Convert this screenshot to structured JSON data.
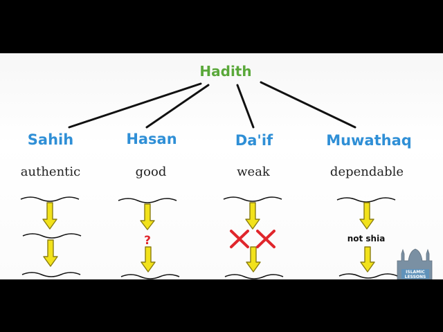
{
  "diagram": {
    "root": "Hadith",
    "categories": [
      {
        "name": "Sahih",
        "meaning": "authentic",
        "marker": ""
      },
      {
        "name": "Hasan",
        "meaning": "good",
        "marker": "?"
      },
      {
        "name": "Da'if",
        "meaning": "weak",
        "marker": "xx"
      },
      {
        "name": "Muwathaq",
        "meaning": "dependable",
        "marker": "not shia"
      }
    ]
  },
  "watermark": {
    "line1": "ISLAMIC",
    "line2": "LESSONS"
  },
  "colors": {
    "root": "#5aa83a",
    "category": "#2f8fd6",
    "arrow_fill": "#f2e21b",
    "arrow_stroke": "#8a7d10",
    "cross": "#e0262c",
    "question": "#e0262c"
  }
}
